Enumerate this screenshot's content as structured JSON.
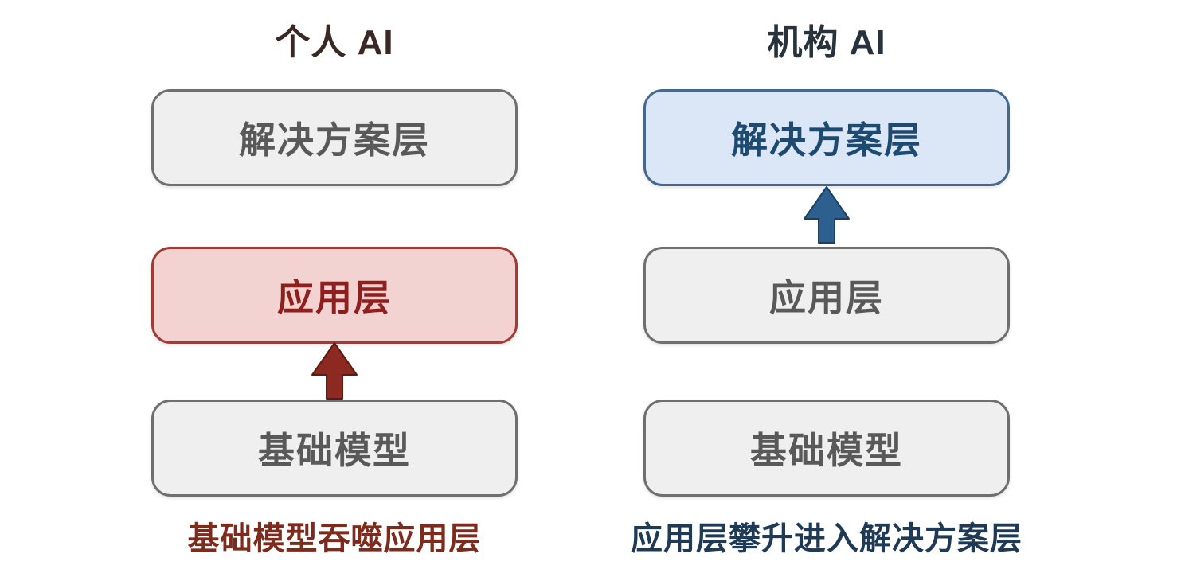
{
  "diagram": {
    "left": {
      "title": "个人 AI",
      "layers": {
        "solution": "解决方案层",
        "application": "应用层",
        "foundation": "基础模型"
      },
      "caption": "基础模型吞噬应用层"
    },
    "right": {
      "title": "机构 AI",
      "layers": {
        "solution": "解决方案层",
        "application": "应用层",
        "foundation": "基础模型"
      },
      "caption": "应用层攀升进入解决方案层"
    },
    "colors": {
      "left_title": "#3a2824",
      "left_highlight_fill": "#f3d2d2",
      "left_highlight_border": "#a33a34",
      "left_highlight_text": "#8e1f1c",
      "left_arrow": "#8c2a21",
      "left_caption": "#7c2b1d",
      "right_title": "#28323c",
      "right_highlight_fill": "#dbe7f6",
      "right_highlight_border": "#46688f",
      "right_highlight_text": "#1d4a70",
      "right_arrow": "#2e608f",
      "right_caption": "#1e3a55",
      "gray_fill": "#efefef",
      "gray_border": "#6f6f6f",
      "gray_text": "#595959",
      "background": "#ffffff"
    },
    "icons": {
      "left_arrow": "arrow-up-icon",
      "right_arrow": "arrow-up-icon"
    }
  }
}
